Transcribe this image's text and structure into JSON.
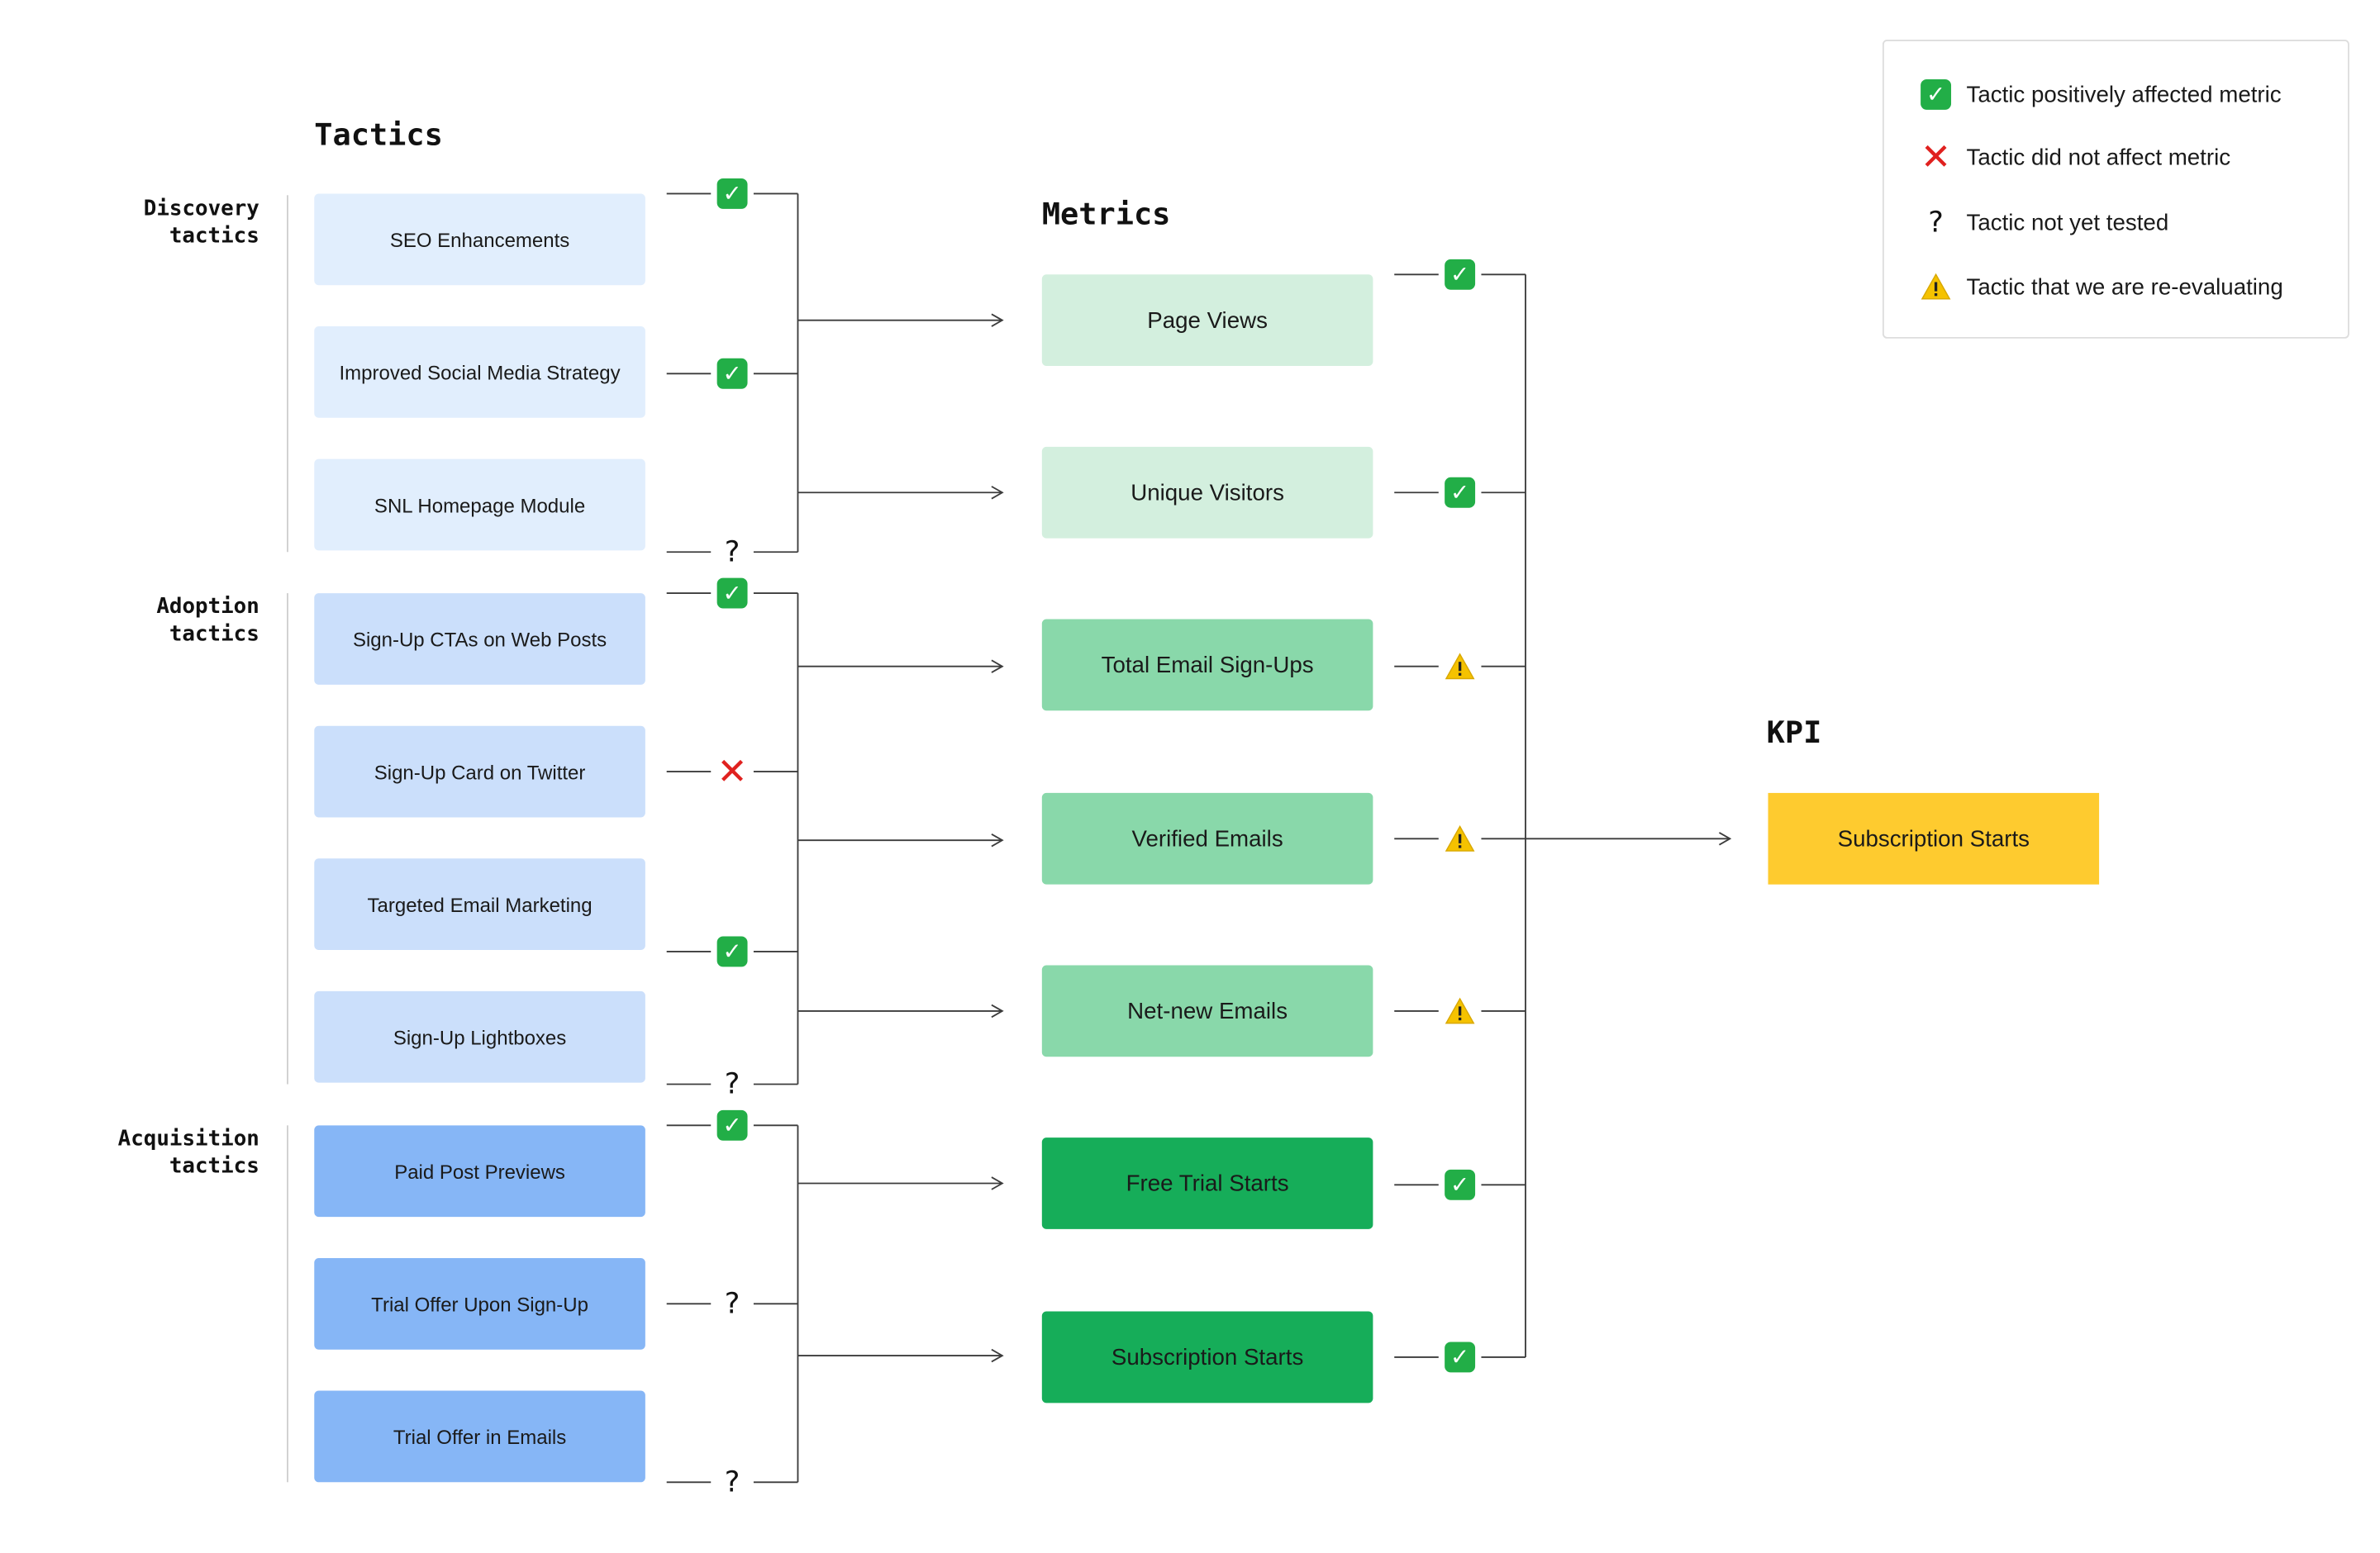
{
  "headings": {
    "tactics": "Tactics",
    "metrics": "Metrics",
    "kpi": "KPI"
  },
  "groups": [
    {
      "id": "discovery",
      "label_line1": "Discovery",
      "label_line2": "tactics"
    },
    {
      "id": "adoption",
      "label_line1": "Adoption",
      "label_line2": "tactics"
    },
    {
      "id": "acquisition",
      "label_line1": "Acquisition",
      "label_line2": "tactics"
    }
  ],
  "tactics": [
    {
      "label": "SEO Enhancements",
      "group": "discovery",
      "status": "check"
    },
    {
      "label": "Improved Social Media Strategy",
      "group": "discovery",
      "status": "check"
    },
    {
      "label": "SNL Homepage Module",
      "group": "discovery",
      "status": "question"
    },
    {
      "label": "Sign-Up CTAs on Web Posts",
      "group": "adoption",
      "status": "check"
    },
    {
      "label": "Sign-Up Card on Twitter",
      "group": "adoption",
      "status": "cross"
    },
    {
      "label": "Targeted Email Marketing",
      "group": "adoption",
      "status": "check"
    },
    {
      "label": "Sign-Up Lightboxes",
      "group": "adoption",
      "status": "question"
    },
    {
      "label": "Paid Post Previews",
      "group": "acquisition",
      "status": "check"
    },
    {
      "label": "Trial Offer Upon Sign-Up",
      "group": "acquisition",
      "status": "question"
    },
    {
      "label": "Trial Offer in Emails",
      "group": "acquisition",
      "status": "question"
    }
  ],
  "metrics": [
    {
      "label": "Page Views",
      "status": "check"
    },
    {
      "label": "Unique Visitors",
      "status": "check"
    },
    {
      "label": "Total Email Sign-Ups",
      "status": "warning"
    },
    {
      "label": "Verified Emails",
      "status": "warning"
    },
    {
      "label": "Net-new Emails",
      "status": "warning"
    },
    {
      "label": "Free Trial Starts",
      "status": "check"
    },
    {
      "label": "Subscription Starts",
      "status": "check"
    }
  ],
  "kpi": {
    "label": "Subscription Starts"
  },
  "legend": [
    {
      "status": "check",
      "text": "Tactic positively affected metric"
    },
    {
      "status": "cross",
      "text": "Tactic did not affect metric"
    },
    {
      "status": "question",
      "text": "Tactic not yet tested"
    },
    {
      "status": "warning",
      "text": "Tactic that we are re-evaluating"
    }
  ],
  "colors": {
    "discovery_tactic": "#e1eefd",
    "adoption_tactic": "#cbdffb",
    "acquisition_tactic": "#86b6f6",
    "metric_light": "#d3efde",
    "metric_mid": "#89d8aa",
    "metric_dark": "#16ad59",
    "kpi": "#fecb2f",
    "check": "#22ae47",
    "cross": "#e0211f",
    "warning": "#f5c200",
    "connector": "#3c3c3c"
  },
  "icons": {
    "check": "white-check-mark-icon",
    "cross": "red-cross-icon",
    "question": "question-mark-icon",
    "warning": "warning-triangle-icon"
  }
}
